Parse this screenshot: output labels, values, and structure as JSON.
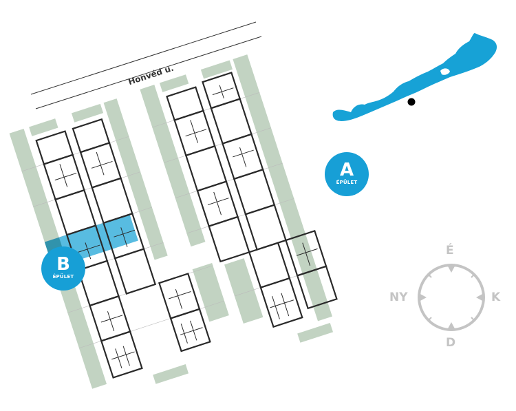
{
  "street": {
    "name": "Honvéd u."
  },
  "buildings": [
    {
      "id": "A",
      "letter": "A",
      "label": "ÉPÜLET"
    },
    {
      "id": "B",
      "letter": "B",
      "label": "ÉPÜLET"
    }
  ],
  "selected_unit": {
    "building": "B",
    "highlight_color": "#4ab6de"
  },
  "compass": {
    "north": "É",
    "south": "D",
    "east": "K",
    "west": "NY"
  },
  "location_map": {
    "lake": "Balaton",
    "lake_color": "#17a2d6",
    "marker_color": "#000000"
  },
  "colors": {
    "green_strip": "#c2d3c2",
    "badge": "#179fd6",
    "compass": "#c4c4c4",
    "wall": "#2a2a2a"
  }
}
